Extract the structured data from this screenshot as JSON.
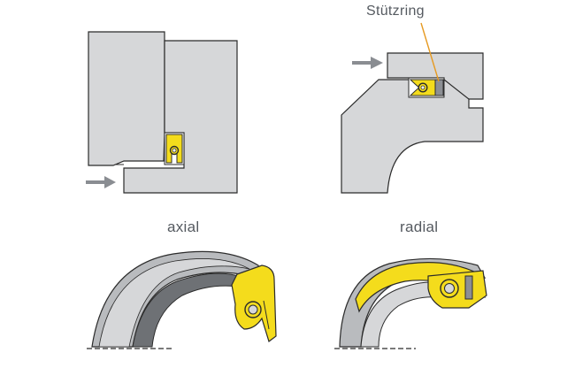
{
  "labels": {
    "axial": "axial",
    "radial": "radial",
    "support_ring": "Stützring"
  },
  "colors": {
    "background": "#ffffff",
    "housing": "#d6d7d9",
    "outline": "#2b2b2b",
    "seal": "#f4dc1c",
    "support_ring": "#8c8f94",
    "leader_line": "#e69a22",
    "arrow": "#8a8d92",
    "label_text": "#555a60"
  },
  "icons": {
    "flow_arrow": "arrow-right-icon",
    "seal_profile": "u-cup-seal-icon"
  }
}
